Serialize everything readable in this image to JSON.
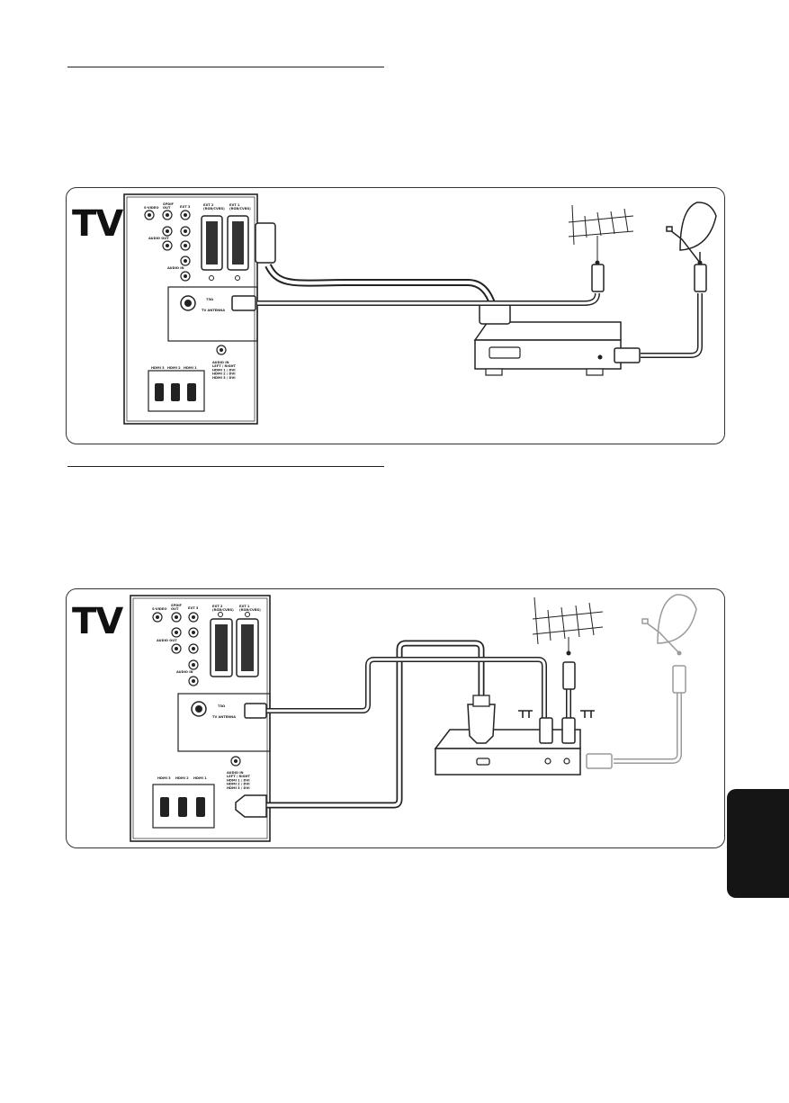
{
  "diagram1": {
    "tv_label": "TV",
    "ports": {
      "svideo": "S-VIDEO",
      "spdif": "SPDIF\nOUT",
      "ext3": "EXT 3",
      "ext2": "EXT 2\n(RGB/CVBS)",
      "ext1": "EXT 1\n(RGB/CVBS)",
      "audio_out": "AUDIO OUT",
      "audio_in_small": "AUDIO IN",
      "antenna_ohm": "75Ω",
      "antenna": "TV ANTENNA",
      "audio_in": "AUDIO IN\nLEFT / RIGHT\nHDMI 1 / DVI\nHDMI 2 / DVI\nHDMI 3 / DVI",
      "hdmi3": "HDMI 3",
      "hdmi2": "HDMI 2",
      "hdmi1": "HDMI 1"
    }
  },
  "diagram2": {
    "tv_label": "TV",
    "ports": {
      "svideo": "S-VIDEO",
      "spdif": "SPDIF\nOUT",
      "ext3": "EXT 3",
      "ext2": "EXT 2\n(RGB/CVBS)",
      "ext1": "EXT 1\n(RGB/CVBS)",
      "audio_out": "AUDIO OUT",
      "audio_in_small": "AUDIO IN",
      "antenna_ohm": "75Ω",
      "antenna": "TV ANTENNA",
      "audio_in": "AUDIO IN\nLEFT / RIGHT\nHDMI 1 / DVI\nHDMI 2 / DVI\nHDMI 3 / DVI",
      "hdmi3": "HDMI 3",
      "hdmi2": "HDMI 2",
      "hdmi1": "HDMI 1"
    }
  },
  "colors": {
    "ink": "#222222",
    "grey_cable": "#9a9a9a",
    "tab": "#151515"
  }
}
